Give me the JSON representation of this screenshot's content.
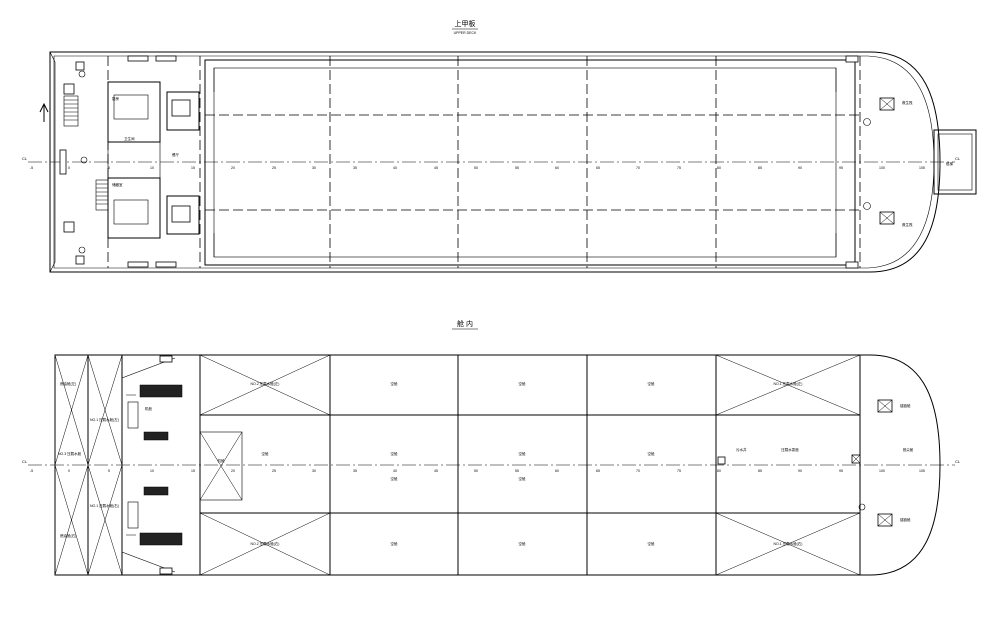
{
  "views": {
    "upper_deck": {
      "title": "上甲板",
      "subtitle": "UPPER DECK",
      "centerline_label": "CL",
      "room_labels": [
        "厨房",
        "卫生间",
        "储藏室",
        "餐厅"
      ],
      "equipment_labels": [
        "救生筏",
        "救生筏",
        "舷梯"
      ]
    },
    "hold": {
      "title": "舱 内",
      "centerline_label": "CL",
      "upper_labels": [
        "NO.2 压载水舱(左)",
        "空舱",
        "空舱",
        "空舱",
        "NO.1 压载水舱(左)"
      ],
      "lower_labels": [
        "NO.2 压载水舱(右)",
        "空舱",
        "空舱",
        "空舱",
        "NO.1 压载水舱(右)"
      ],
      "center_labels": [
        "机舱",
        "空舱",
        "空舱",
        "空舱",
        "空舱",
        "空舱",
        "空舱",
        "污水井",
        "压载水泵舱",
        "首尖舱"
      ],
      "aft_labels": [
        "燃油舱(左)",
        "NO.3 压载水舱",
        "NO.1 压载水舱(左)",
        "NO.1 压载水舱(右)",
        "燃油舱(右)",
        "机舱"
      ],
      "fore_labels": [
        "锚链舱",
        "锚链舱"
      ]
    }
  },
  "frame_numbers": [
    "-5",
    "0",
    "5",
    "10",
    "15",
    "20",
    "25",
    "30",
    "35",
    "40",
    "45",
    "50",
    "55",
    "60",
    "65",
    "70",
    "75",
    "80",
    "85",
    "90",
    "95",
    "100",
    "105"
  ],
  "colors": {
    "line": "#000000",
    "background": "#ffffff"
  }
}
